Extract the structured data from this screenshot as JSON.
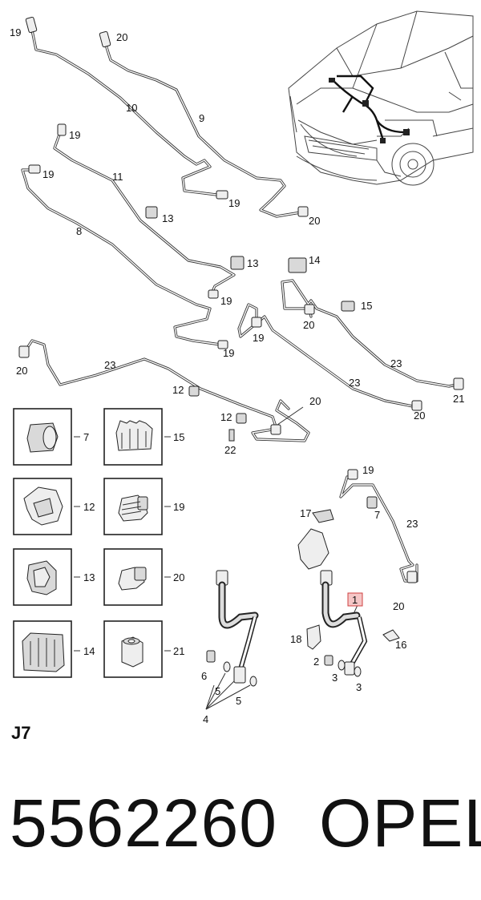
{
  "section_code": "J7",
  "part_number": "5562260",
  "brand": "OPEL",
  "callouts": {
    "c19a": "19",
    "c20a": "20",
    "c10": "10",
    "c9": "9",
    "c19b": "19",
    "c11": "11",
    "c19c": "19",
    "c8": "8",
    "c19d": "19",
    "c13a": "13",
    "c20b": "20",
    "c13b": "13",
    "c14a": "14",
    "c19e": "19",
    "c15a": "15",
    "c20c": "20",
    "c19f": "19",
    "c19g": "19",
    "c20d": "20",
    "c23a": "23",
    "c23b": "23",
    "c23c": "23",
    "c21a": "21",
    "c12a": "12",
    "c20e": "20",
    "c12b": "12",
    "c20f": "20",
    "c22": "22",
    "c19h": "19",
    "c17": "17",
    "c7b": "7",
    "c23d": "23",
    "c20g": "20",
    "c1": "1",
    "c18": "18",
    "c16": "16",
    "c2": "2",
    "c3a": "3",
    "c3b": "3",
    "c6": "6",
    "c5a": "5",
    "c5b": "5",
    "c4": "4"
  },
  "legend": [
    {
      "num": "7",
      "icon": "clip-7-icon"
    },
    {
      "num": "15",
      "icon": "clip-15-icon"
    },
    {
      "num": "12",
      "icon": "clip-12-icon"
    },
    {
      "num": "19",
      "icon": "fitting-19-icon"
    },
    {
      "num": "13",
      "icon": "clip-13-icon"
    },
    {
      "num": "20",
      "icon": "fitting-20-icon"
    },
    {
      "num": "14",
      "icon": "clip-14-icon"
    },
    {
      "num": "21",
      "icon": "nut-21-icon"
    }
  ],
  "colors": {
    "highlight": "#f5c6c6",
    "highlight_border": "#d04040",
    "line": "#333333"
  }
}
